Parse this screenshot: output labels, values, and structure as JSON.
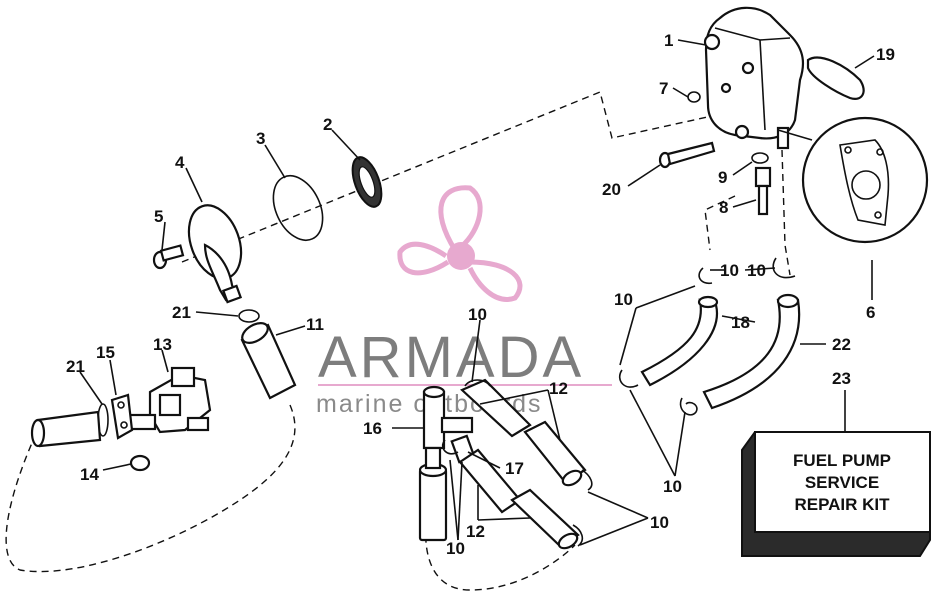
{
  "watermark": {
    "title": "ARMADA",
    "subtitle": "marine outboards",
    "accent_color": "#e7a9cf",
    "text_color": "#7d7d7d"
  },
  "kit_box": {
    "line1": "FUEL PUMP",
    "line2": "SERVICE",
    "line3": "REPAIR KIT"
  },
  "callouts": {
    "c1": "1",
    "c2": "2",
    "c3": "3",
    "c4": "4",
    "c5": "5",
    "c6": "6",
    "c7": "7",
    "c8": "8",
    "c9": "9",
    "c10a": "10",
    "c10b": "10",
    "c10c": "10",
    "c10d": "10",
    "c10e": "10",
    "c10f": "10",
    "c10g": "10",
    "c11": "11",
    "c12a": "12",
    "c12b": "12",
    "c13": "13",
    "c14": "14",
    "c15": "15",
    "c16": "16",
    "c17": "17",
    "c18": "18",
    "c19": "19",
    "c20": "20",
    "c21a": "21",
    "c21b": "21",
    "c22": "22",
    "c23": "23"
  }
}
